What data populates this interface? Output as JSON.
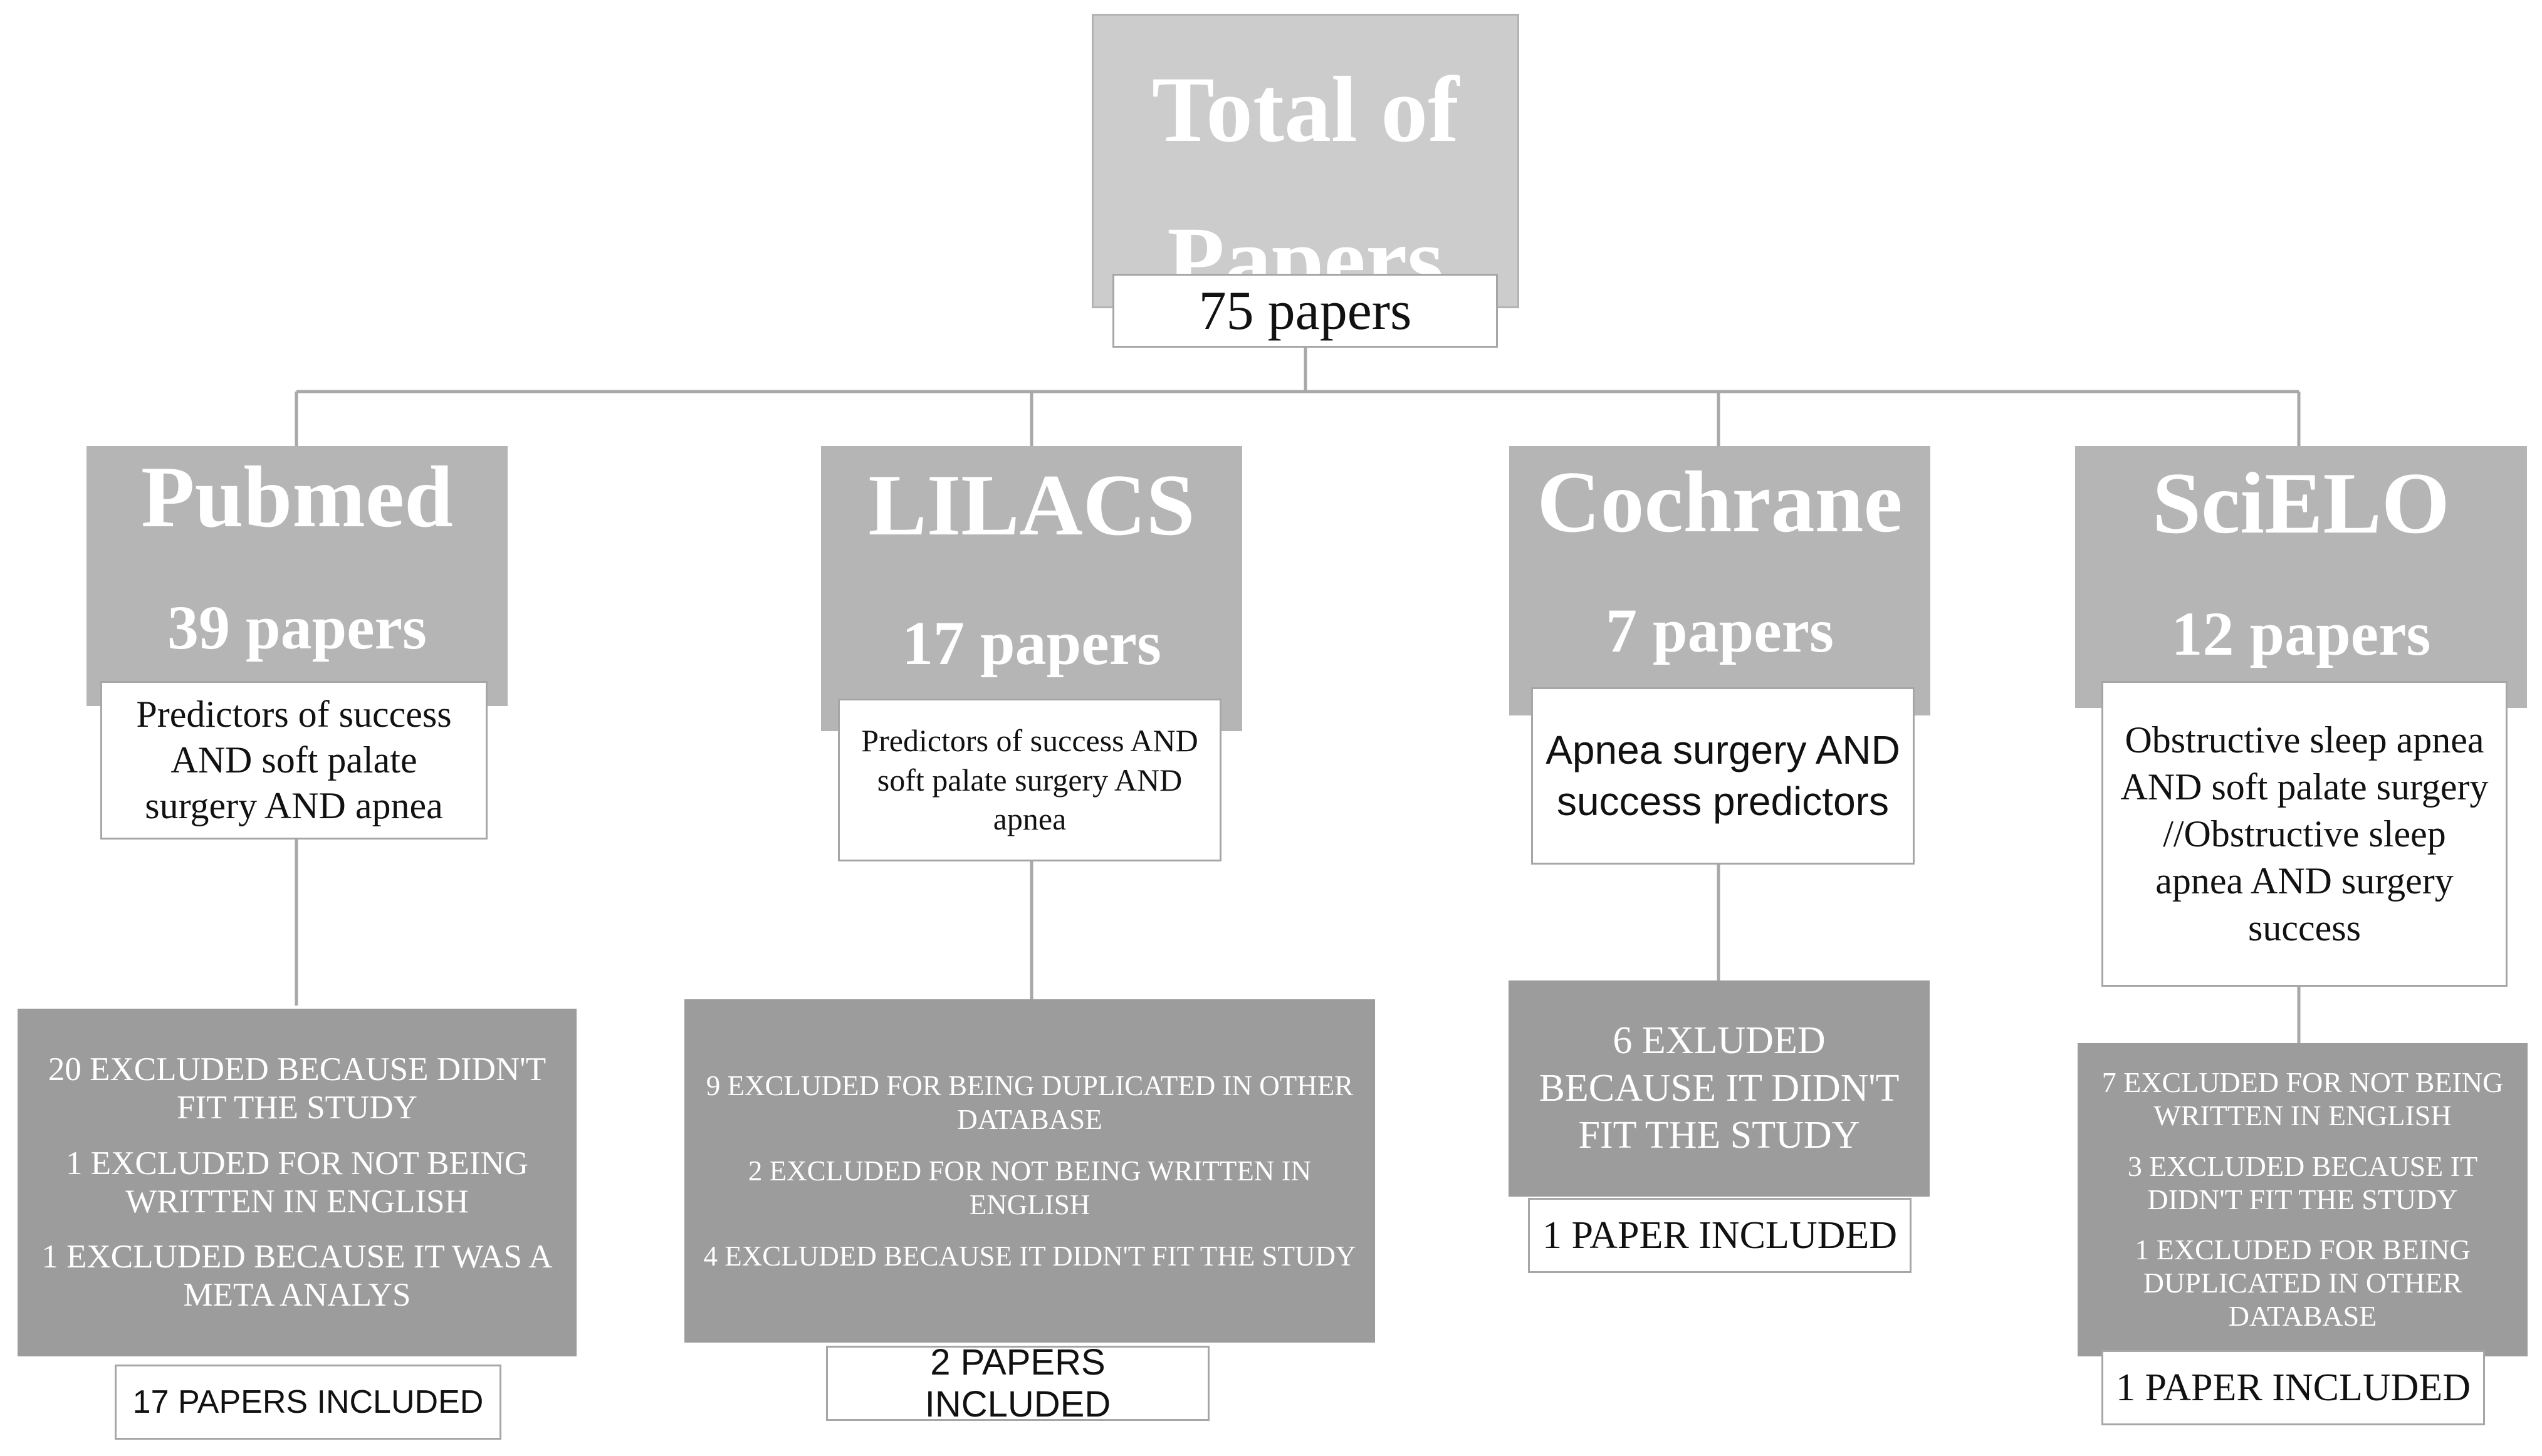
{
  "total": {
    "title": "Total of Papers",
    "count": "75 papers"
  },
  "databases": [
    {
      "name": "Pubmed",
      "count": "39 papers",
      "search": "Predictors of success AND soft palate surgery AND apnea",
      "exclusions": [
        "20 EXCLUDED BECAUSE DIDN'T FIT THE STUDY",
        "1 EXCLUDED FOR NOT BEING WRITTEN IN ENGLISH",
        "1 EXCLUDED BECAUSE IT WAS A META ANALYS"
      ],
      "included": "17 PAPERS INCLUDED"
    },
    {
      "name": "LILACS",
      "count": "17 papers",
      "search": "Predictors of success AND soft palate surgery AND apnea",
      "exclusions": [
        "9 EXCLUDED FOR BEING DUPLICATED IN OTHER DATABASE",
        "2 EXCLUDED FOR NOT BEING WRITTEN IN ENGLISH",
        "4 EXCLUDED BECAUSE IT DIDN'T FIT THE STUDY"
      ],
      "included": "2 PAPERS INCLUDED"
    },
    {
      "name": "Cochrane",
      "count": "7 papers",
      "search": "Apnea surgery AND success predictors",
      "exclusions": [
        "6 EXLUDED BECAUSE IT DIDN'T FIT THE STUDY"
      ],
      "included": "1 PAPER INCLUDED"
    },
    {
      "name": "SciELO",
      "count": "12 papers",
      "search": "Obstructive sleep apnea AND soft palate surgery //Obstructive sleep apnea AND surgery success",
      "exclusions": [
        "7 EXCLUDED FOR NOT BEING WRITTEN IN ENGLISH",
        "3 EXCLUDED BECAUSE IT DIDN'T FIT THE STUDY",
        "1 EXCLUDED FOR BEING DUPLICATED IN OTHER DATABASE"
      ],
      "included": "1 PAPER INCLUDED"
    }
  ]
}
